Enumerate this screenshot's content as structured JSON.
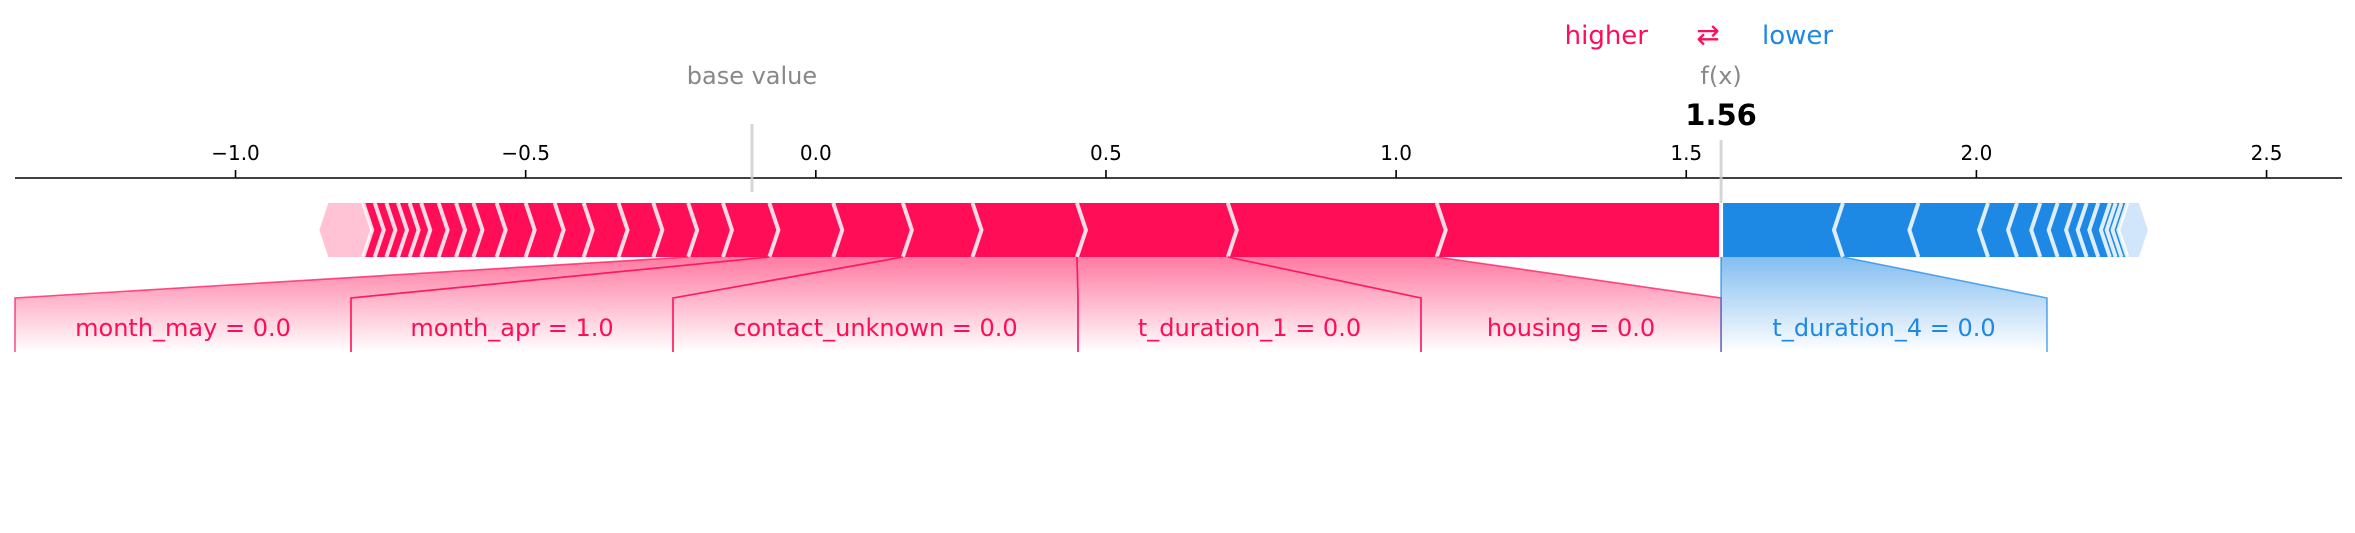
{
  "legend": {
    "higher": "higher",
    "arrows": "⇄",
    "lower": "lower"
  },
  "base_value_label": "base value",
  "fx_label": "f(x)",
  "fx_value_text": "1.56",
  "colors": {
    "positive": "#ff0d57",
    "negative": "#1e88e5",
    "positive_light": "#ffc3d5",
    "negative_light": "#d1e6fa",
    "axis": "#000000",
    "muted": "#888888"
  },
  "chart_data": {
    "type": "force",
    "xlim": [
      -1.38,
      2.63
    ],
    "xticks": [
      -1.0,
      -0.5,
      0.0,
      0.5,
      1.0,
      1.5,
      2.0,
      2.5
    ],
    "xtick_labels": [
      "−1.0",
      "−0.5",
      "0.0",
      "0.5",
      "1.0",
      "1.5",
      "2.0",
      "2.5"
    ],
    "base_value": -0.11,
    "output_value": 1.56,
    "bar_start": -0.84,
    "bar_end": 2.28,
    "positive_segment_boundaries": [
      -0.84,
      -0.78,
      -0.76,
      -0.74,
      -0.72,
      -0.7,
      -0.68,
      -0.65,
      -0.62,
      -0.59,
      -0.55,
      -0.5,
      -0.45,
      -0.4,
      -0.34,
      -0.28,
      -0.22,
      -0.16,
      -0.08,
      0.03,
      0.15,
      0.27,
      0.45,
      0.71,
      1.07,
      1.56
    ],
    "negative_segment_boundaries": [
      1.56,
      1.77,
      1.9,
      2.02,
      2.07,
      2.11,
      2.14,
      2.17,
      2.19,
      2.21,
      2.23,
      2.24,
      2.25,
      2.26,
      2.28
    ],
    "labeled_features": [
      {
        "label": "month_may = 0.0",
        "effect": "positive",
        "start": -0.22,
        "end": -0.08
      },
      {
        "label": "month_apr = 1.0",
        "effect": "positive",
        "start": -0.08,
        "end": 0.15
      },
      {
        "label": "contact_unknown = 0.0",
        "effect": "positive",
        "start": 0.15,
        "end": 0.45
      },
      {
        "label": "t_duration_1 = 0.0",
        "effect": "positive",
        "start": 0.45,
        "end": 0.71
      },
      {
        "label": "housing = 0.0",
        "effect": "positive",
        "start": 0.71,
        "end": 1.07
      },
      {
        "label": "t_duration_4 = 0.0",
        "effect": "negative",
        "start": 1.56,
        "end": 1.77
      }
    ]
  }
}
